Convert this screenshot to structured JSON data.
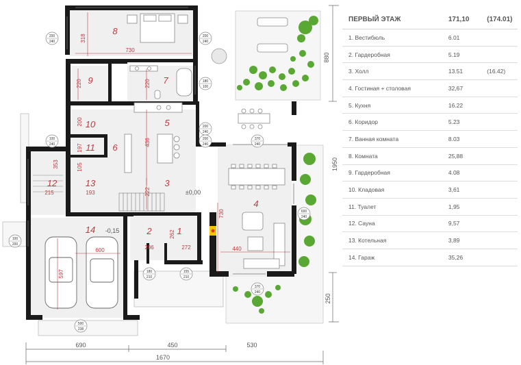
{
  "legend": {
    "floor_title": "ПЕРВЫЙ ЭТАЖ",
    "total_area": "171,10",
    "total_alt": "(174.01)",
    "rooms": [
      {
        "name": "1. Вестибюль",
        "area": "6.01",
        "alt": ""
      },
      {
        "name": "2. Гардеробная",
        "area": "5.19",
        "alt": ""
      },
      {
        "name": "3. Холл",
        "area": "13.51",
        "alt": "(16.42)"
      },
      {
        "name": "4. Гостиная + столовая",
        "area": "32,67",
        "alt": ""
      },
      {
        "name": "5. Кухня",
        "area": "16.22",
        "alt": ""
      },
      {
        "name": "6. Коридор",
        "area": "5.23",
        "alt": ""
      },
      {
        "name": "7. Ванная комната",
        "area": "8.03",
        "alt": ""
      },
      {
        "name": "8. Комната",
        "area": "25,88",
        "alt": ""
      },
      {
        "name": "9. Гардеробная",
        "area": "4.08",
        "alt": ""
      },
      {
        "name": "10. Кладовая",
        "area": "3,61",
        "alt": ""
      },
      {
        "name": "11. Туалет",
        "area": "1,95",
        "alt": ""
      },
      {
        "name": "12. Сауна",
        "area": "9,57",
        "alt": ""
      },
      {
        "name": "13. Котельная",
        "area": "3,89",
        "alt": ""
      },
      {
        "name": "14. Гараж",
        "area": "35,26",
        "alt": ""
      }
    ]
  },
  "plan": {
    "room_numbers": [
      "1",
      "2",
      "3",
      "4",
      "5",
      "6",
      "7",
      "8",
      "9",
      "10",
      "11",
      "12",
      "13",
      "14"
    ],
    "dimensions": {
      "d318": "318",
      "d730": "730",
      "d220a": "220",
      "d220b": "220",
      "d200": "200",
      "d197": "197",
      "d105": "105",
      "d353": "353",
      "d215": "215",
      "d193": "193",
      "d436": "436",
      "d222": "222",
      "d262": "262",
      "d206": "206",
      "d272": "272",
      "d440": "440",
      "d730b": "730",
      "d600": "600",
      "d597": "597"
    },
    "level_zero": "±0,00",
    "level_garage": "-0,15",
    "outer_dims": {
      "d880": "880",
      "d1950": "1950",
      "d250": "250",
      "d690": "690",
      "d450": "450",
      "d530": "530",
      "d1670": "1670"
    },
    "opening_tags": [
      {
        "top": "200",
        "bottom": "240"
      },
      {
        "top": "200",
        "bottom": "240"
      },
      {
        "top": "180",
        "bottom": "100"
      },
      {
        "top": "200",
        "bottom": "240"
      },
      {
        "top": "200",
        "bottom": "240"
      },
      {
        "top": "370",
        "bottom": "240"
      },
      {
        "top": "100",
        "bottom": "240"
      },
      {
        "top": "100",
        "bottom": "200"
      },
      {
        "top": "180",
        "bottom": "210"
      },
      {
        "top": "155",
        "bottom": "210"
      },
      {
        "top": "500",
        "bottom": "238"
      },
      {
        "top": "370",
        "bottom": "240"
      },
      {
        "top": "600",
        "bottom": "240"
      }
    ]
  },
  "colors": {
    "wall": "#1a1a1a",
    "room_fill": "#f0f0f0",
    "dimension": "#c0393f",
    "tree": "#58a833",
    "fireplace": "#f5c400",
    "text": "#555555"
  }
}
